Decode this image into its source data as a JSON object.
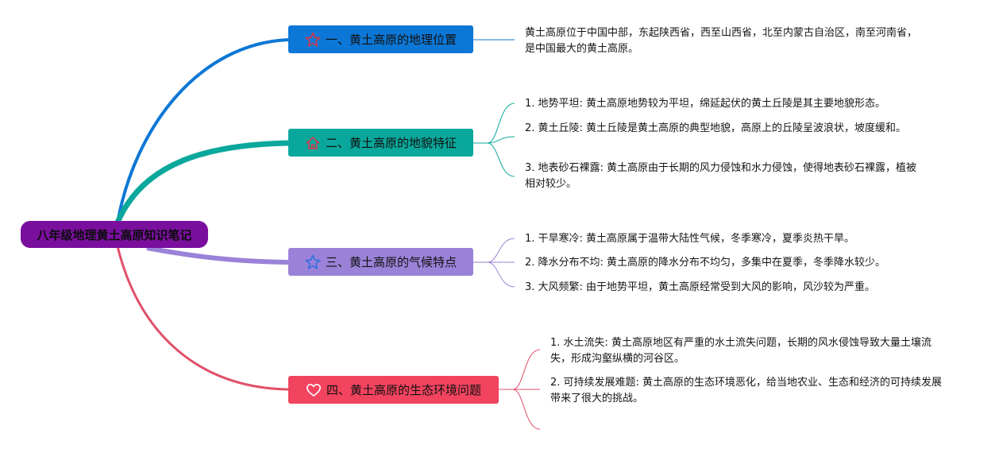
{
  "root": {
    "label": "八年级地理黄土高原知识笔记",
    "color": "#7a0f9e"
  },
  "branches": [
    {
      "label": "一、黄土高原的地理位置",
      "icon": "star-outline-icon",
      "color": "#0c77d6",
      "notes": [
        "黄土高原位于中国中部，东起陕西省，西至山西省，北至内蒙古自治区，南至河南省，是中国最大的黄土高原。"
      ]
    },
    {
      "label": "二、黄土高原的地貌特征",
      "icon": "house-icon",
      "color": "#0aa89c",
      "notes": [
        "1. 地势平坦: 黄土高原地势较为平坦，绵延起伏的黄土丘陵是其主要地貌形态。",
        "2. 黄土丘陵: 黄土丘陵是黄土高原的典型地貌，高原上的丘陵呈波浪状，坡度缓和。",
        "3. 地表砂石裸露: 黄土高原由于长期的风力侵蚀和水力侵蚀，使得地表砂石裸露，植被相对较少。"
      ]
    },
    {
      "label": "三、黄土高原的气候特点",
      "icon": "star-outline-icon",
      "color": "#9a82d8",
      "notes": [
        "1. 干旱寒冷: 黄土高原属于温带大陆性气候，冬季寒冷，夏季炎热干旱。",
        "2. 降水分布不均: 黄土高原的降水分布不均匀，多集中在夏季，冬季降水较少。",
        "3. 大风频繁: 由于地势平坦，黄土高原经常受到大风的影响，风沙较为严重。"
      ]
    },
    {
      "label": "四、黄土高原的生态环境问题",
      "icon": "heart-outline-icon",
      "color": "#f2435f",
      "notes": [
        "1. 水土流失: 黄土高原地区有严重的水土流失问题，长期的风水侵蚀导致大量土壤流失，形成沟壑纵横的河谷区。",
        "2. 可持续发展难题: 黄土高原的生态环境恶化，给当地农业、生态和经济的可持续发展带来了很大的挑战。"
      ]
    }
  ]
}
